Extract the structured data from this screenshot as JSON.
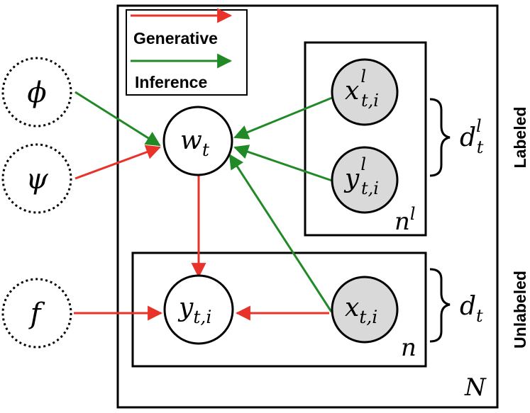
{
  "legend": {
    "generative": "Generative",
    "inference": "Inference"
  },
  "colors": {
    "generative": "#e8322a",
    "inference": "#218a27",
    "observed_fill": "#d9d9d9"
  },
  "hyperparams": {
    "phi": "ϕ",
    "psi": "ψ",
    "f": "f"
  },
  "nodes": {
    "w": {
      "base": "w",
      "sub": "t"
    },
    "x_labeled": {
      "base": "x",
      "sub": "t,i",
      "sup": "l"
    },
    "y_labeled": {
      "base": "y",
      "sub": "t,i",
      "sup": "l"
    },
    "y_unlabeled": {
      "base": "y",
      "sub": "t,i"
    },
    "x_unlabeled": {
      "base": "x",
      "sub": "t,i"
    }
  },
  "plates": {
    "outer": "N",
    "labeled": {
      "base": "n",
      "sup": "l"
    },
    "unlabeled": "n"
  },
  "braces": {
    "labeled": {
      "base": "d",
      "sub": "t",
      "sup": "l"
    },
    "unlabeled": {
      "base": "d",
      "sub": "t"
    }
  },
  "side_labels": {
    "labeled": "Labeled",
    "unlabeled": "Unlabeled"
  }
}
